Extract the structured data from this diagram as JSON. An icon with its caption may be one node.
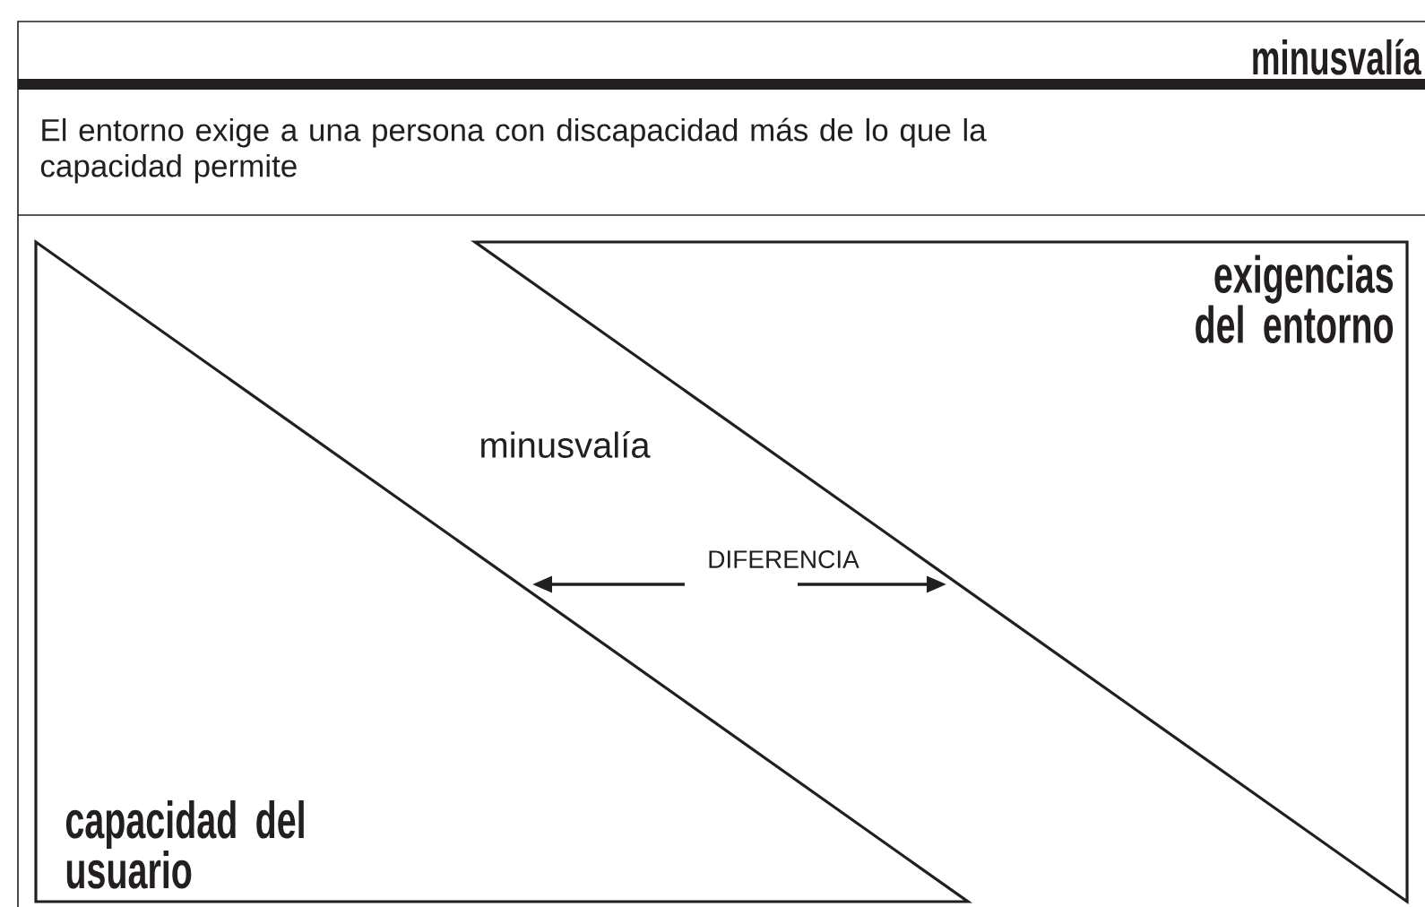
{
  "diagram": {
    "title": "minusvalía",
    "nodes": [
      {
        "text": [
          "exigencias del entorno"
        ]
      },
      {
        "text": [
          "capacidad del usuario"
        ]
      }
    ],
    "labels": [
      "El entorno exige a una persona con discapacidad más de lo que la capacidad permite",
      "minusvalía",
      "DIFERENCIA"
    ]
  }
}
